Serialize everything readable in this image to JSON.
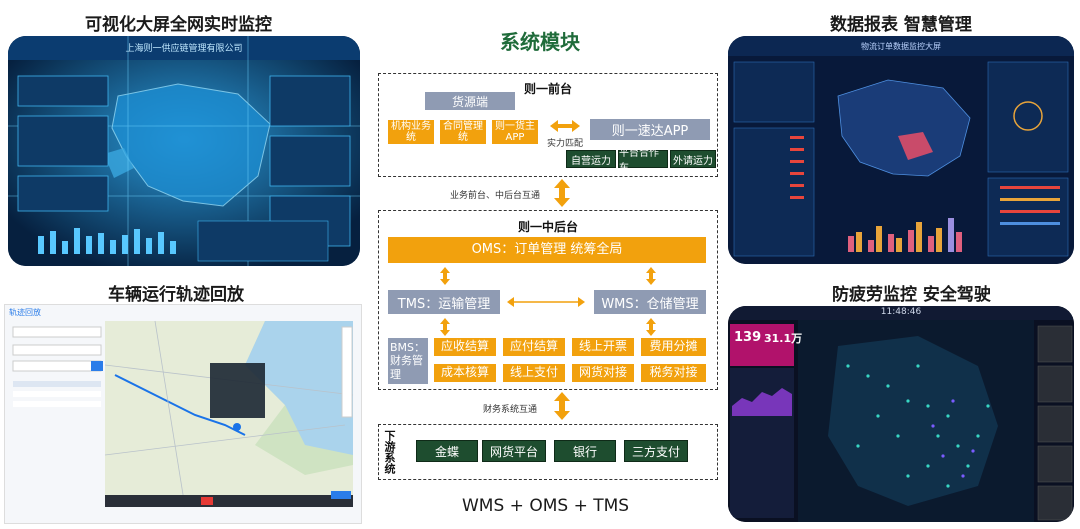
{
  "headings": {
    "top_left": "可视化大屏全网实时监控",
    "mid_left": "车辆运行轨迹回放",
    "center": "系统模块",
    "top_right": "数据报表 智慧管理",
    "mid_right": "防疲劳监控 安全驾驶",
    "footer": "WMS + OMS + TMS"
  },
  "front": {
    "label": "则一前台",
    "source": "货源端",
    "source_items": [
      "机构业务统",
      "合同管理统",
      "则一货主APP"
    ],
    "match_label": "实力匹配",
    "app": "则一速达APP",
    "capacity": [
      "自营运力",
      "平台合作车",
      "外请运力"
    ]
  },
  "link1": "业务前台、中后台互通",
  "middle": {
    "label": "则一中后台",
    "oms": "OMS：订单管理 统筹全局",
    "tms": "TMS：运输管理",
    "wms": "WMS：仓储管理",
    "bms": "BMS：财务管理",
    "finance_row1": [
      "应收结算",
      "应付结算",
      "线上开票",
      "费用分摊"
    ],
    "finance_row2": [
      "成本核算",
      "线上支付",
      "网货对接",
      "税务对接"
    ]
  },
  "link2": "财务系统互通",
  "downstream": {
    "label": "下游系统",
    "items": [
      "金蝶",
      "网货平台",
      "银行",
      "三方支付"
    ]
  },
  "screens": {
    "monitor_title": "上海则一供应链管理有限公司",
    "report_title": "物流订单数据监控大屏",
    "fatigue_time": "11:48:46",
    "fatigue_stats": [
      "139",
      "31.1万"
    ],
    "track_title": "轨迹回放"
  },
  "colors": {
    "accent_green": "#1f6b3a",
    "orange": "#f2a10d",
    "gray": "#8f9bb3",
    "dark_green": "#1e4d2f"
  }
}
